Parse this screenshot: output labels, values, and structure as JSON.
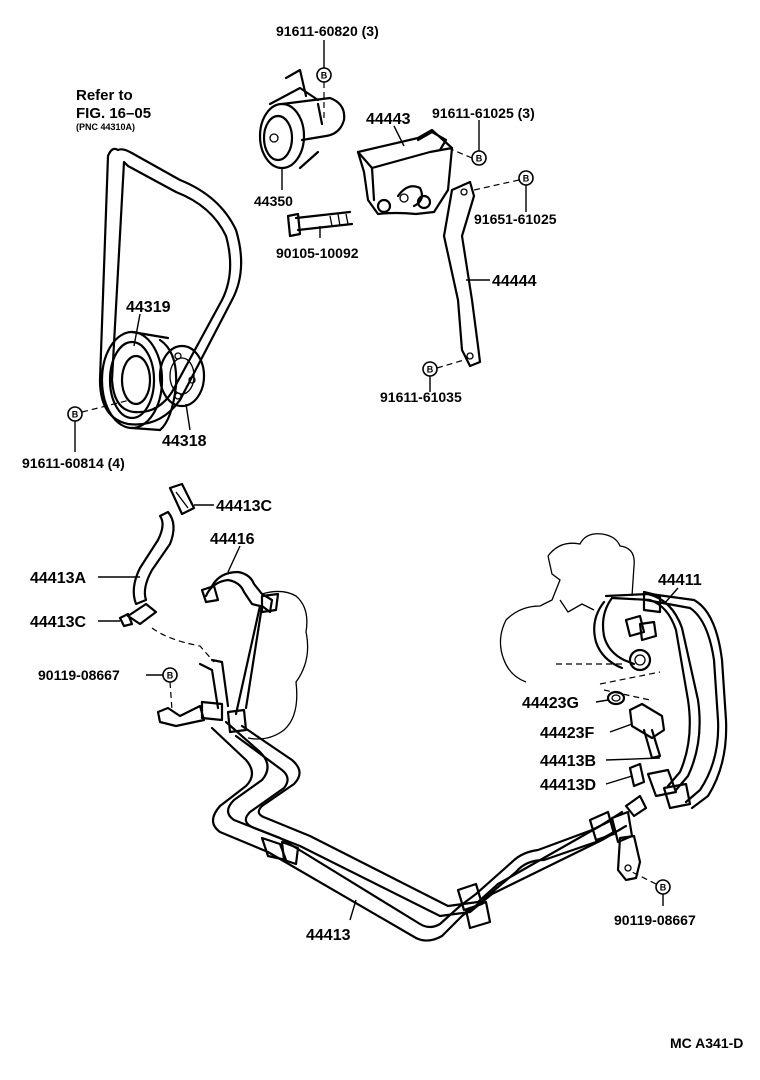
{
  "reference": {
    "line1": "Refer to",
    "line2": "FIG. 16–05",
    "line3": "(PNC 44310A)"
  },
  "labels": {
    "p91611_60820": "91611-60820 (3)",
    "p44350": "44350",
    "p90105_10092": "90105-10092",
    "p44443": "44443",
    "p91611_61025": "91611-61025 (3)",
    "p91651_61025": "91651-61025",
    "p44444": "44444",
    "p91611_61035": "91611-61035",
    "p44319": "44319",
    "p44318": "44318",
    "p91611_60814": "91611-60814 (4)",
    "p44413C_top": "44413C",
    "p44416": "44416",
    "p44413A": "44413A",
    "p44413C_low": "44413C",
    "p90119_08667_left": "90119-08667",
    "p44411": "44411",
    "p44423G": "44423G",
    "p44423F": "44423F",
    "p44413B": "44413B",
    "p44413D": "44413D",
    "p90119_08667_right": "90119-08667",
    "p44413": "44413"
  },
  "bolt_marker": "B",
  "footer": "MC A341-D"
}
